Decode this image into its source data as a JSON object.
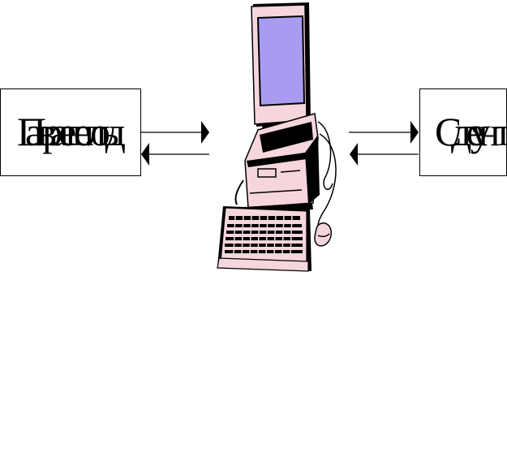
{
  "left_box": {
    "label_layer1": "Препод",
    "label_layer2": "аватель"
  },
  "right_box": {
    "label_layer1": "Сту",
    "label_layer2": "дент"
  },
  "computer": {
    "icon": "desktop-computer-icon",
    "screen_color": "#a89cf0",
    "body_color": "#f4d6dc"
  }
}
